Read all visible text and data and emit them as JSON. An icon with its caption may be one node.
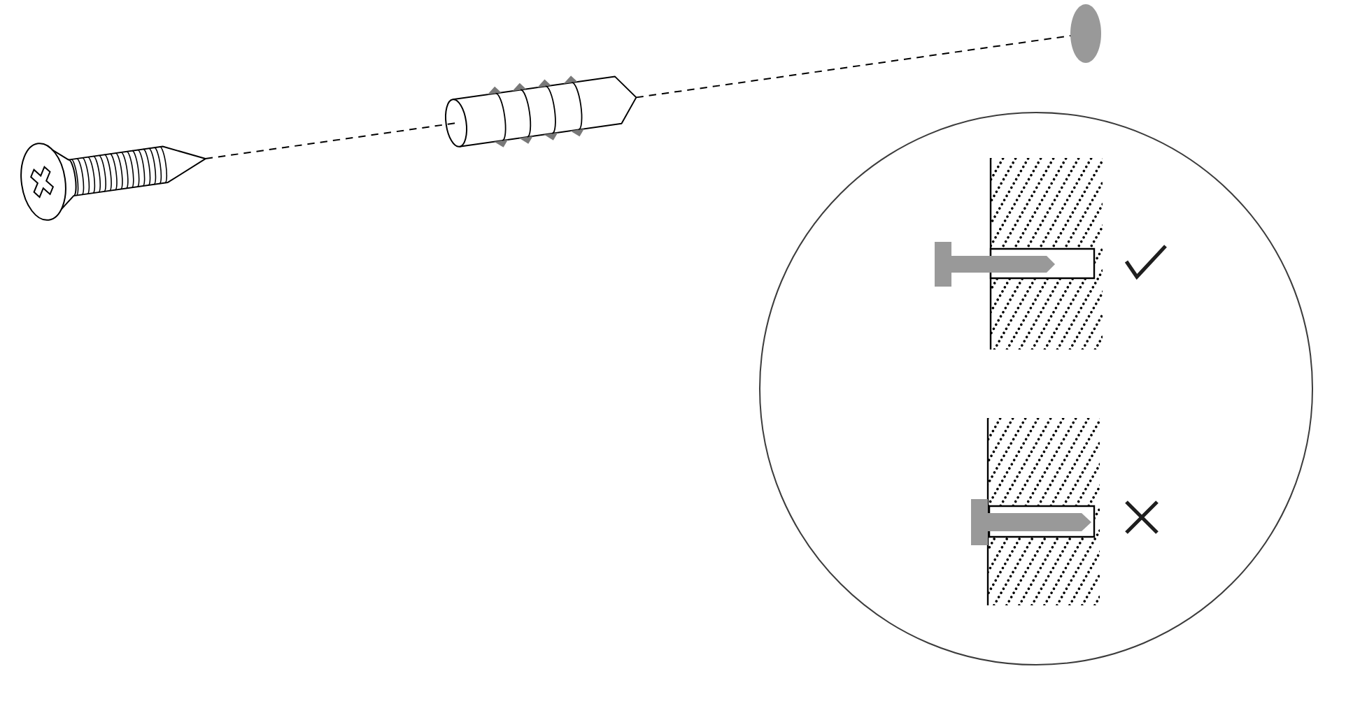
{
  "diagram": {
    "nodes": [
      {
        "text": [],
        "shape": "picture"
      },
      {
        "text": [],
        "shape": "picture"
      },
      {
        "text": [],
        "shape": "ellipse"
      }
    ],
    "edges": [
      {
        "from": 0,
        "to": 1,
        "arrow": "none",
        "style": "dashed"
      },
      {
        "from": 1,
        "to": 2,
        "arrow": "none",
        "style": "dashed"
      }
    ]
  }
}
